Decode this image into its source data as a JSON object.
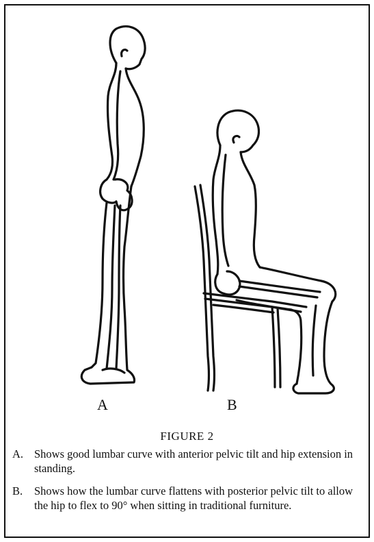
{
  "labels": {
    "a": "A",
    "b": "B"
  },
  "figure": {
    "title": "FIGURE 2"
  },
  "captions": [
    {
      "letter": "A.",
      "text": "Shows good lumbar curve with anterior pelvic tilt and hip extension in standing."
    },
    {
      "letter": "B.",
      "text": "Shows how the lumbar curve flattens with posterior pelvic tilt to allow the hip to flex to 90° when sitting in traditional furniture."
    }
  ]
}
